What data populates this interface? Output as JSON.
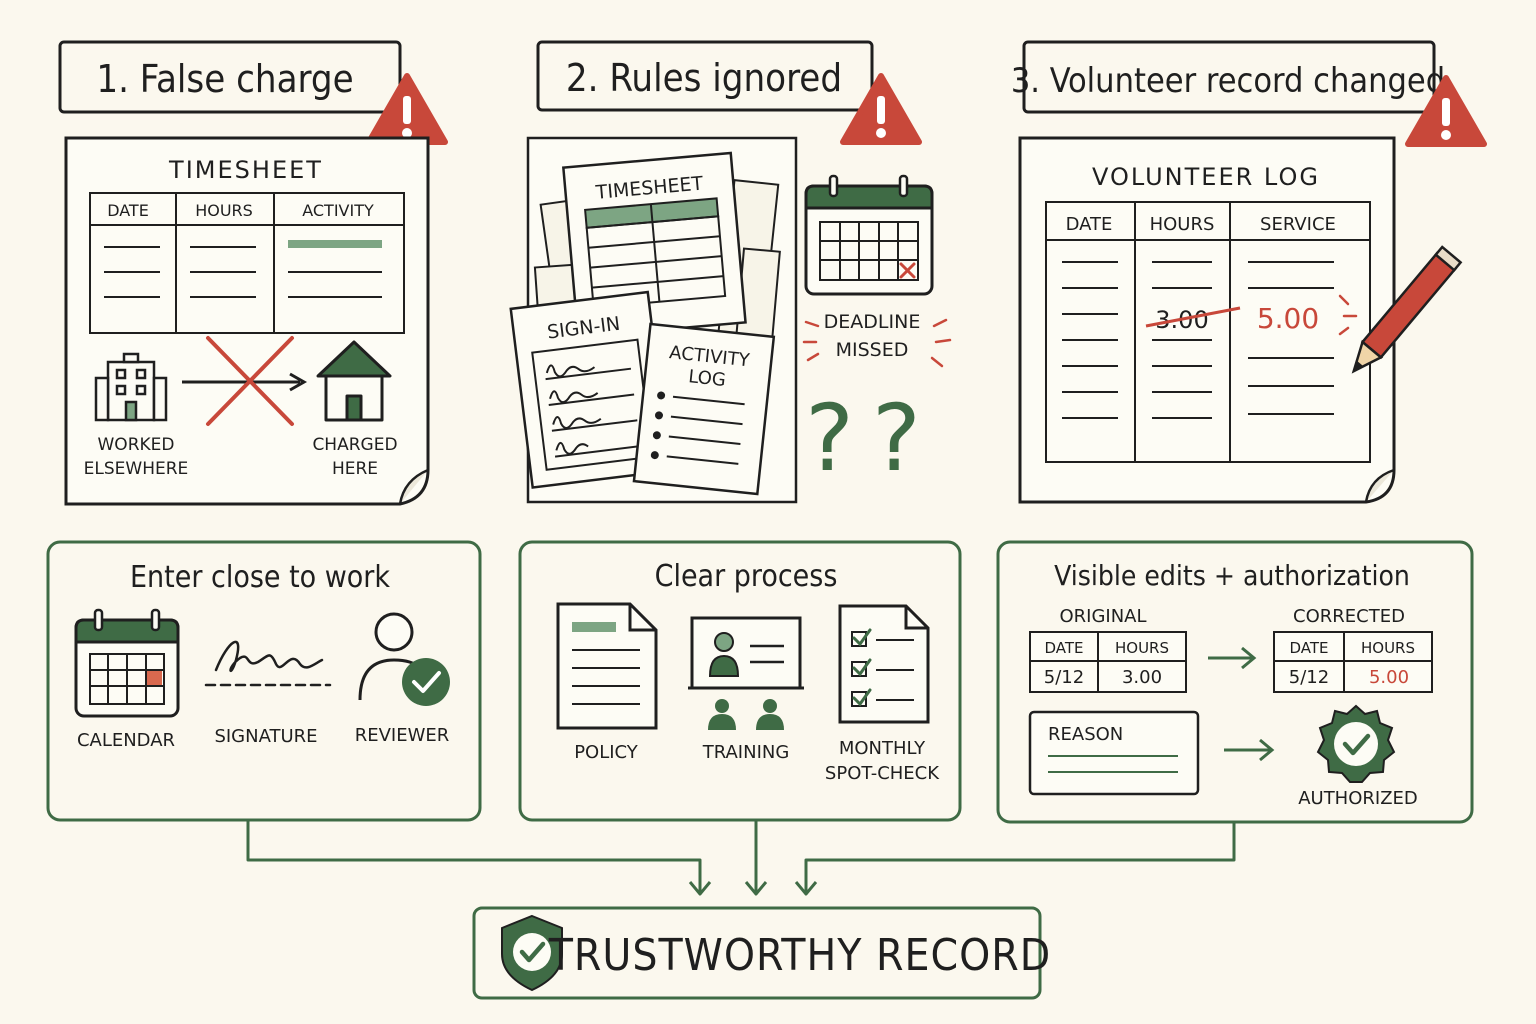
{
  "problems": [
    {
      "title": "1. False charge"
    },
    {
      "title": "2. Rules ignored"
    },
    {
      "title": "3. Volunteer record changed"
    }
  ],
  "timesheet1": {
    "title": "TIMESHEET",
    "columns": [
      "DATE",
      "HOURS",
      "ACTIVITY"
    ],
    "worked_label_1": "WORKED",
    "worked_label_2": "ELSEWHERE",
    "charged_label_1": "CHARGED",
    "charged_label_2": "HERE"
  },
  "rules": {
    "timesheet_title": "TIMESHEET",
    "signin_title": "SIGN-IN",
    "activity_title_1": "ACTIVITY",
    "activity_title_2": "LOG",
    "deadline_1": "DEADLINE",
    "deadline_2": "MISSED",
    "question_marks": "??"
  },
  "volunteer_log": {
    "title": "VOLUNTEER LOG",
    "columns": [
      "DATE",
      "HOURS",
      "SERVICE"
    ],
    "old_value": "3.00",
    "new_value": "5.00"
  },
  "solutions": [
    {
      "title": "Enter close to work",
      "items": [
        "CALENDAR",
        "SIGNATURE",
        "REVIEWER"
      ]
    },
    {
      "title": "Clear process",
      "items": [
        "POLICY",
        "TRAINING",
        "MONTHLY",
        "SPOT-CHECK"
      ]
    },
    {
      "title": "Visible edits + authorization",
      "original_label": "ORIGINAL",
      "corrected_label": "CORRECTED",
      "col_date": "DATE",
      "col_hours": "HOURS",
      "orig_date": "5/12",
      "orig_hours": "3.00",
      "corr_date": "5/12",
      "corr_hours": "5.00",
      "reason_label": "REASON",
      "authorized_label": "AUTHORIZED"
    }
  ],
  "result": {
    "label": "TRUSTWORTHY RECORD"
  },
  "colors": {
    "green": "#3f6b45",
    "red": "#c8483a",
    "ink": "#1f1f1f",
    "paper": "#fbf8ee"
  }
}
